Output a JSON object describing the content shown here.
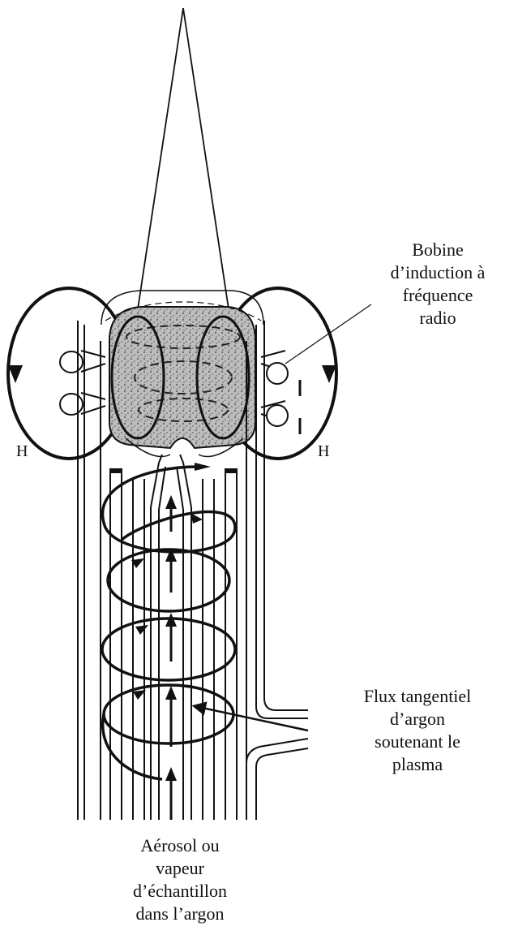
{
  "labels": {
    "coil": [
      "Bobine",
      "d’induction à",
      "fréquence",
      "radio"
    ],
    "flux": [
      "Flux tangentiel",
      "d’argon",
      "soutenant le",
      "plasma"
    ],
    "aerosol": [
      "Aérosol ou",
      "vapeur",
      "d’échantillon",
      "dans l’argon"
    ],
    "field_left": "H",
    "field_right": "H"
  },
  "colors": {
    "line": "#111111",
    "plasma": "#8a8a8a",
    "background": "#ffffff"
  }
}
